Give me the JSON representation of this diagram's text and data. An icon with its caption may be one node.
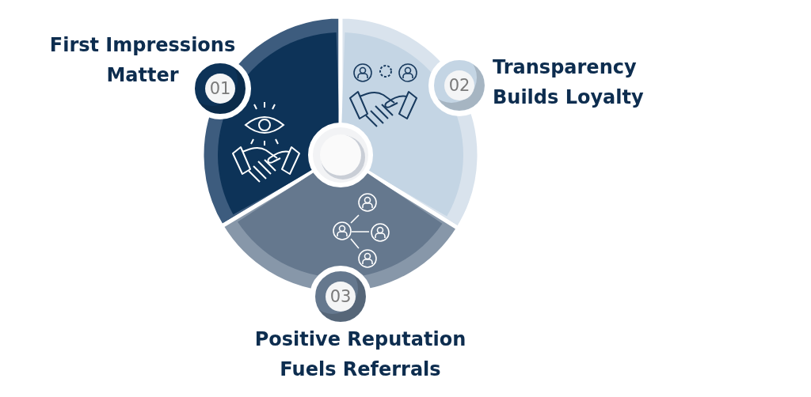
{
  "diagram": {
    "nodes": [
      {
        "text": [
          "01"
        ],
        "beside": [
          "First Impressions Matter"
        ]
      },
      {
        "text": [
          "02"
        ],
        "beside": [
          "Transparency Builds Loyalty"
        ]
      },
      {
        "text": [
          "03"
        ],
        "beside": [
          "Positive Reputation Fuels Referrals"
        ]
      }
    ]
  }
}
